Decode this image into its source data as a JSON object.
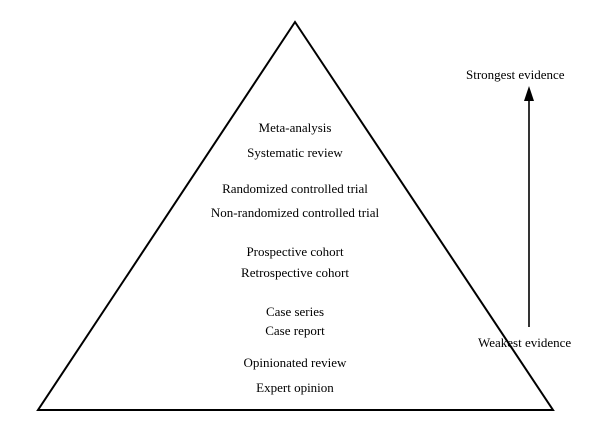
{
  "pyramid": {
    "levels": [
      "Meta-analysis",
      "Systematic review",
      "Randomized controlled trial",
      "Non-randomized controlled trial",
      "Prospective cohort",
      "Retrospective cohort",
      "Case series",
      "Case report",
      "Opinionated review",
      "Expert opinion"
    ]
  },
  "evidence_axis": {
    "top_label": "Strongest evidence",
    "bottom_label": "Weakest evidence"
  }
}
